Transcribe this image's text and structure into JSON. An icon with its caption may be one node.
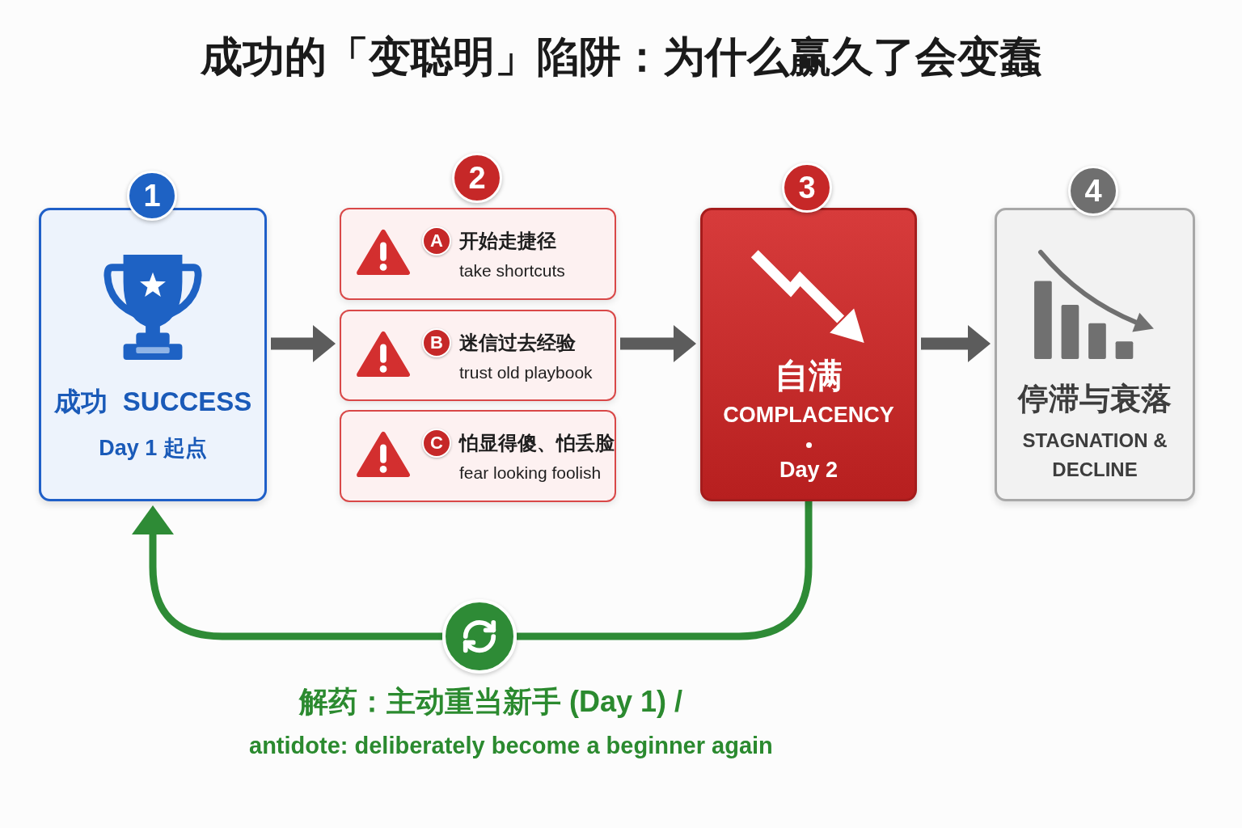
{
  "diagram": {
    "title": "成功的「变聪明」陷阱：为什么赢久了会变蠢",
    "nodes": [
      {
        "text": [
          "1"
        ]
      },
      {
        "text": [
          "成功 SUCCESS",
          "Day 1 起点"
        ]
      },
      {
        "text": [
          "2"
        ]
      },
      {
        "text": [
          "A",
          "开始走捷径",
          "take shortcuts"
        ]
      },
      {
        "text": [
          "B",
          "迷信过去经验",
          "trust old playbook"
        ]
      },
      {
        "text": [
          "C",
          "怕显得傻、怕丢脸",
          "fear looking foolish"
        ]
      },
      {
        "text": [
          "3"
        ]
      },
      {
        "text": [
          "自满",
          "COMPLACENCY",
          "Day 2"
        ]
      },
      {
        "text": [
          "4"
        ]
      },
      {
        "text": [
          "停滞与衰落",
          "STAGNATION & DECLINE"
        ]
      },
      {
        "text": [],
        "shape": "circle"
      }
    ],
    "edges": [
      {
        "from": 1,
        "to": 4,
        "arrow": "to"
      },
      {
        "from": 4,
        "to": 7,
        "arrow": "to"
      },
      {
        "from": 7,
        "to": 9,
        "arrow": "to"
      },
      {
        "from": 7,
        "to": 10,
        "arrow": "none",
        "color": "#2e8b36"
      },
      {
        "from": 10,
        "to": 1,
        "arrow": "to",
        "color": "#2e8b36"
      }
    ],
    "labels": [
      "解药：主动重当新手 (Day 1) /",
      "antidote: deliberately become a beginner again"
    ]
  }
}
